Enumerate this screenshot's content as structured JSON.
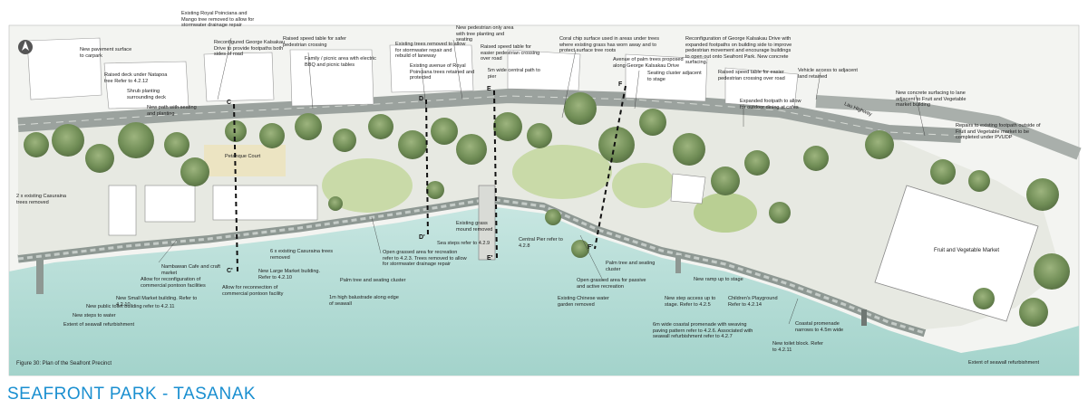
{
  "page_title": "SEAFRONT PARK - TASANAK",
  "figure_caption": "Figure 30:  Plan of the Seafront Precinct",
  "colors": {
    "water": "#a9d6cf",
    "land": "#eceee9",
    "grass": "#c9daa8",
    "tree": "#7e9a64",
    "building": "#ffffff",
    "promenade": "#9ea8a3",
    "title_blue": "#1a8fd0"
  },
  "icons": {
    "north": "north-arrow-icon"
  },
  "section_markers": [
    "C",
    "C'",
    "D",
    "D'",
    "E",
    "E'",
    "F",
    "F'"
  ],
  "map_labels": {
    "lau_highway": "Lau Highway",
    "petanque_court": "Petanque Court",
    "fruit_veg_market": "Fruit and Vegetable Market"
  },
  "annotations": {
    "new_pavement_carpark": "New pavement surface to carpark",
    "royal_poinciana": "Existing Royal Poinciana and Mango tree removed to allow for stormwater drainage repair",
    "reconfigured_george": "Reconfigured George Kalsakau Drive to provide footpaths both sides of road",
    "raised_speed_safer": "Raised speed table for safer pedestrian crossing",
    "family_picnic": "Family / picnic area with electric BBQ and picnic tables",
    "trees_removed_laneway": "Existing trees removed to allow for stormwater repair and rebuild of laneway",
    "avenue_poinciana": "Existing avenue of Royal Poinciana trees retained and protected",
    "ped_only_area": "New pedestrian only area with tree planting and seating",
    "raised_speed_easier": "Raised speed table for easier pedestrian crossing over road",
    "central_path": "5m wide central path to pier",
    "coral_chip": "Coral chip surface used in areas under trees where existing grass has worn away and to protect surface tree roots",
    "avenue_palm": "Avenue of palm trees proposed along George Kalsakau Drive",
    "seating_cluster": "Seating cluster adjacent to stage",
    "reconfig_george_expanded": "Reconfiguration of George Kalsakau Drive with expanded footpaths on building side to improve pedestrian movement and encourage buildings to open out onto Seafront Park. New concrete surfacing.",
    "raised_speed_easier_2": "Raised speed table for easier pedestrian crossing over road",
    "vehicle_access": "Vehicle access to adjacent land retained",
    "expanded_footpath": "Expanded footpath to allow for outdoor dining at cafes",
    "new_concrete_lane": "New concrete surfacing to lane adjacent to Fruit and Vegetable market building",
    "repairs_footpath": "Repairs to existing footpath outside of Fruit and Vegetable market to be completed under PVUDP",
    "raised_deck": "Raised deck under Natapoa tree Refer to 4.2.12",
    "shrub_planting": "Shrub planting surrounding deck",
    "new_path": "New path with seating and planting",
    "casuarina_removed": "2 x existing Casuraina trees removed",
    "nambawan": "Nambawan Cafe and craft market",
    "pontoon_facilities": "Allow for reconfiguration of commercial pontoon facilities",
    "small_market": "New Small Market building. Refer to 4.2.10",
    "public_toilet": "New public toilet building refer to 4.2.11",
    "steps_water": "New steps to water",
    "seawall_refurb_left": "Extent of seawall refurbishment",
    "pontoon_facility": "Allow for reconnection of commercial pontoon facility",
    "six_casuarina": "6 x existing Casuraina trees removed",
    "large_market": "New Large Market building. Refer to 4.2.10",
    "balustrade": "1m high balustrade along edge of seawall",
    "palm_seating": "Palm tree and seating cluster",
    "open_grassed_recreation": "Open grassed area for recreation refer to 4.2.3. Trees removed to allow for stormwater drainage repair",
    "grass_mound": "Existing grass mound removed",
    "sea_steps": "Sea steps refer to 4.2.9",
    "central_pier": "Central Pier refer to 4.2.8",
    "palm_seating_2": "Palm tree and seating cluster",
    "open_grassed_passive": "Open grassed area for passive and active recreation",
    "chinese_water_garden": "Existing Chinese water garden removed",
    "new_ramp": "New ramp up to stage",
    "step_access": "New step access up to stage. Refer to 4.2.5",
    "childrens_playground": "Children's Playground Refer to 4.2.14",
    "coastal_promenade": "6m wide coastal promenade with weaving paving pattern refer to 4.2.6. Associated with seawall refurbishment refer to 4.2.7",
    "promenade_narrows": "Coastal promenade narrows to 4.5m wide",
    "toilet_block": "New toilet block. Refer to 4.2.11",
    "seawall_refurb_right": "Extent of seawall refurbishment"
  }
}
